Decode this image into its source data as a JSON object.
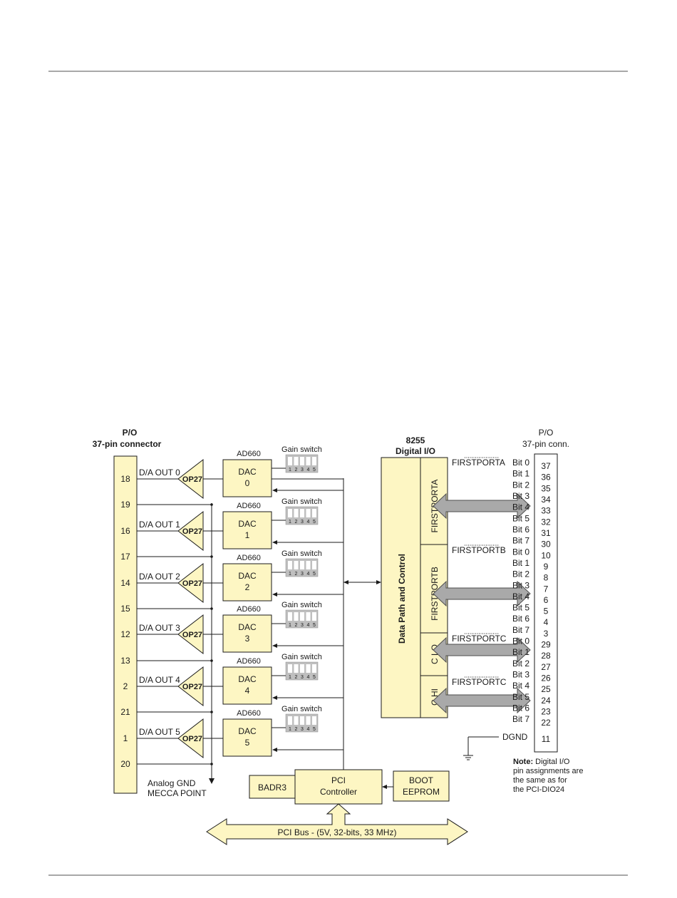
{
  "colors": {
    "box_fill": "#fdf6c3",
    "box_stroke": "#1a1a1a",
    "arrow_fill": "#a9a9a9",
    "switch_fill": "#bfbfbf"
  },
  "left_connector": {
    "title": "P/O",
    "subtitle": "37-pin connector",
    "pins": [
      "18",
      "19",
      "16",
      "17",
      "14",
      "15",
      "12",
      "13",
      "2",
      "21",
      "1",
      "20"
    ]
  },
  "dac_channels": [
    {
      "out": "D/A OUT 0",
      "op": "OP27",
      "chip": "AD660",
      "dac": "DAC",
      "num": "0",
      "gain": "Gain switch"
    },
    {
      "out": "D/A OUT 1",
      "op": "OP27",
      "chip": "AD660",
      "dac": "DAC",
      "num": "1",
      "gain": "Gain switch"
    },
    {
      "out": "D/A OUT 2",
      "op": "OP27",
      "chip": "AD660",
      "dac": "DAC",
      "num": "2",
      "gain": "Gain switch"
    },
    {
      "out": "D/A OUT 3",
      "op": "OP27",
      "chip": "AD660",
      "dac": "DAC",
      "num": "3",
      "gain": "Gain switch"
    },
    {
      "out": "D/A OUT 4",
      "op": "OP27",
      "chip": "AD660",
      "dac": "DAC",
      "num": "4",
      "gain": "Gain switch"
    },
    {
      "out": "D/A OUT 5",
      "op": "OP27",
      "chip": "AD660",
      "dac": "DAC",
      "num": "5",
      "gain": "Gain switch"
    }
  ],
  "switch_numbers": [
    "1",
    "2",
    "3",
    "4",
    "5"
  ],
  "analog_gnd": [
    "Analog GND",
    "MECCA POINT"
  ],
  "digital_io": {
    "title": [
      "8255",
      "Digital I/O"
    ],
    "data_path": "Data Path and Control",
    "ports": [
      "FIRSTPORTA",
      "FIRSTPORTB",
      "C LO",
      "C HI"
    ]
  },
  "port_labels": [
    "FIRSTPORTA",
    "FIRSTPORTB",
    "FIRSTPORTC",
    "FIRSTPORTC"
  ],
  "bits": [
    {
      "bit": "Bit 0",
      "pin": "37"
    },
    {
      "bit": "Bit 1",
      "pin": "36"
    },
    {
      "bit": "Bit 2",
      "pin": "35"
    },
    {
      "bit": "Bit 3",
      "pin": "34"
    },
    {
      "bit": "Bit 4",
      "pin": "33"
    },
    {
      "bit": "Bit 5",
      "pin": "32"
    },
    {
      "bit": "Bit 6",
      "pin": "31"
    },
    {
      "bit": "Bit 7",
      "pin": "30"
    },
    {
      "bit": "Bit 0",
      "pin": "10"
    },
    {
      "bit": "Bit 1",
      "pin": "9"
    },
    {
      "bit": "Bit 2",
      "pin": "8"
    },
    {
      "bit": "Bit 3",
      "pin": "7"
    },
    {
      "bit": "Bit 4",
      "pin": "6"
    },
    {
      "bit": "Bit 5",
      "pin": "5"
    },
    {
      "bit": "Bit 6",
      "pin": "4"
    },
    {
      "bit": "Bit 7",
      "pin": "3"
    },
    {
      "bit": "Bit 0",
      "pin": "29"
    },
    {
      "bit": "Bit 1",
      "pin": "28"
    },
    {
      "bit": "Bit 2",
      "pin": "27"
    },
    {
      "bit": "Bit 3",
      "pin": "26"
    },
    {
      "bit": "Bit 4",
      "pin": "25"
    },
    {
      "bit": "Bit 5",
      "pin": "24"
    },
    {
      "bit": "Bit 6",
      "pin": "23"
    },
    {
      "bit": "Bit 7",
      "pin": "22"
    }
  ],
  "right_connector": {
    "title": "P/O",
    "subtitle": "37-pin conn.",
    "dgnd": "DGND",
    "dgnd_pin": "11"
  },
  "note": {
    "bold": "Note:",
    "rest": " Digital I/O",
    "lines": [
      "pin assignments are",
      "the same as for",
      "the PCI-DIO24"
    ]
  },
  "bus": {
    "badr": "BADR3",
    "pci": [
      "PCI",
      "Controller"
    ],
    "boot": [
      "BOOT",
      "EEPROM"
    ],
    "bus_label": "PCI Bus - (5V, 32-bits, 33 MHz)"
  }
}
